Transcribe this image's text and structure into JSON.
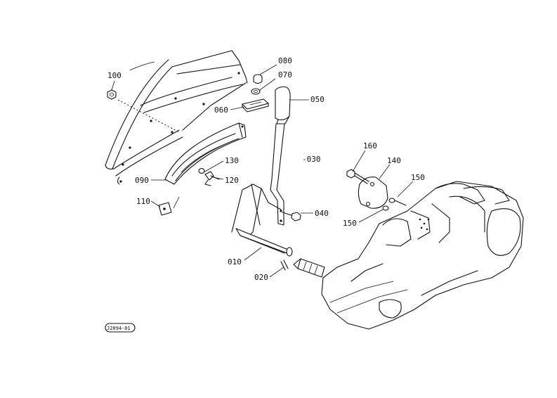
{
  "parts": {
    "p010": "010",
    "p020": "020",
    "p030": "-030",
    "p040": "040",
    "p050": "050",
    "p060": "060",
    "p070": "070",
    "p080": "080",
    "p090": "090",
    "p100": "100",
    "p110": "110",
    "p120": "120",
    "p130": "130",
    "p140": "140",
    "p150a": "150",
    "p150b": "150",
    "p160": "160"
  },
  "drawing_id": "J2094-01"
}
